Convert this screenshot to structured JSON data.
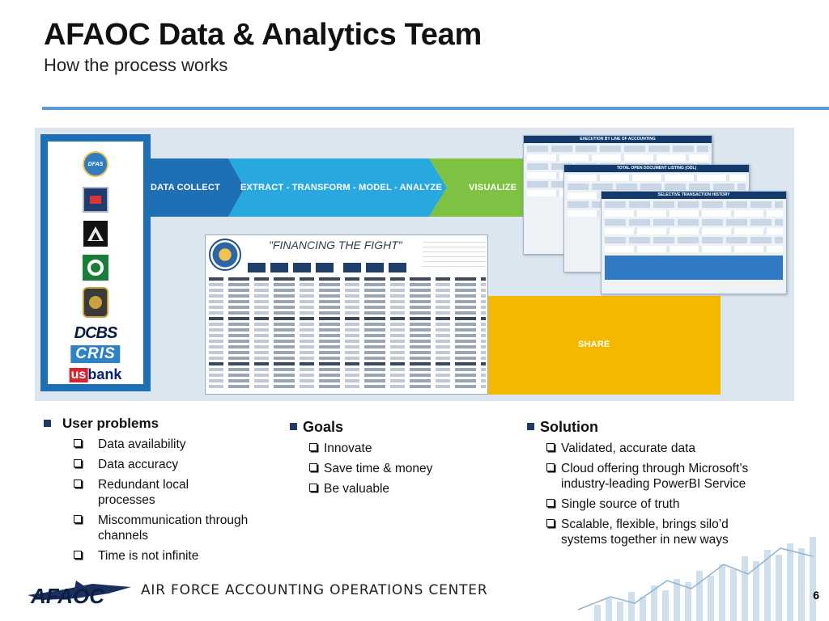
{
  "header": {
    "title": "AFAOC Data & Analytics Team",
    "subtitle": "How the process works"
  },
  "colors": {
    "accent": "#5b9bd5",
    "logo_box": "#1f6fb5",
    "collect": "#1f6fb5",
    "transform": "#29a8e0",
    "visualize": "#7dc242",
    "share": "#f5b800"
  },
  "logos": {
    "dfas": "DFAS",
    "dcbs": "DCBS",
    "cris": "CRIS",
    "usbank_us": "us",
    "usbank_bank": "bank"
  },
  "process": {
    "collect": "DATA COLLECT",
    "transform": "EXTRACT - TRANSFORM - MODEL - ANALYZE",
    "visualize": "VISUALIZE",
    "share": "SHARE"
  },
  "report": {
    "title": "\"FINANCING THE FIGHT\""
  },
  "dashboards": [
    {
      "title": "EXECUTION BY LINE OF ACCOUNTING"
    },
    {
      "title": "TOTAL OPEN DOCUMENT LISTING (ODL)"
    },
    {
      "title": "SELECTIVE TRANSACTION HISTORY"
    }
  ],
  "columns": {
    "problems": {
      "heading": "User problems",
      "items": [
        "Data availability",
        "Data accuracy",
        "Redundant local\nprocesses",
        "Miscommunication through\nchannels",
        "Time is not infinite"
      ]
    },
    "goals": {
      "heading": "Goals",
      "items": [
        "Innovate",
        "Save time & money",
        "Be valuable"
      ]
    },
    "solution": {
      "heading": "Solution",
      "items": [
        "Validated, accurate data",
        "Cloud offering through Microsoft’s\nindustry-leading PowerBI Service",
        "Single source of truth",
        "Scalable, flexible, brings silo’d\nsystems together in new ways"
      ]
    }
  },
  "footer": {
    "logo_text": "AFAOC",
    "org_name": "AIR FORCE ACCOUNTING OPERATIONS CENTER",
    "page_number": "6"
  }
}
